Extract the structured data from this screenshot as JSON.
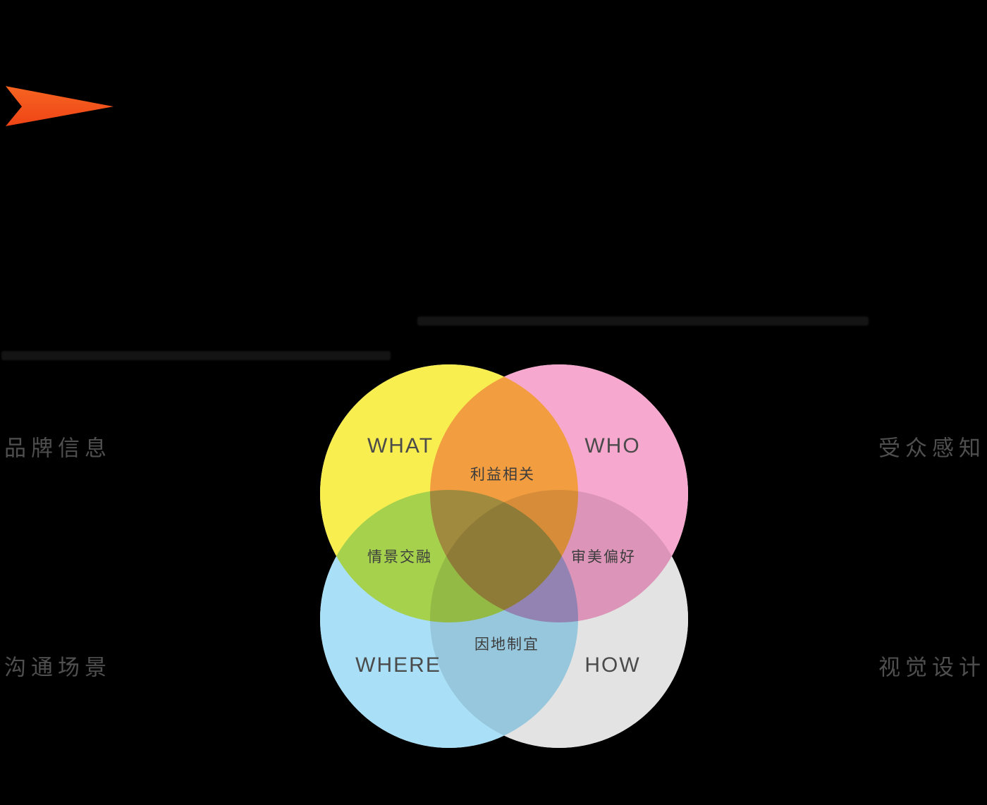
{
  "canvas": {
    "background_color": "#000000"
  },
  "pointer_arrow": {
    "color": "#f4511e"
  },
  "venn": {
    "circles": [
      {
        "id": "what",
        "label": "WHAT",
        "color": "#f9ee4f"
      },
      {
        "id": "who",
        "label": "WHO",
        "color": "#f7a8cf"
      },
      {
        "id": "where",
        "label": "WHERE",
        "color": "#a9e0f7"
      },
      {
        "id": "how",
        "label": "HOW",
        "color": "#e3e3e3"
      }
    ],
    "overlaps": {
      "what_who": "利益相关",
      "what_where": "情景交融",
      "who_how": "审美偏好",
      "where_how": "因地制宜"
    }
  },
  "side_labels": {
    "top_left": "品牌信息",
    "top_right": "受众感知",
    "bottom_left": "沟通场景",
    "bottom_right": "视觉设计"
  },
  "text_colors": {
    "circle_label": "#4b4b4b",
    "overlap_label": "#3c3c3c",
    "side_label": "#4f4f4f"
  }
}
